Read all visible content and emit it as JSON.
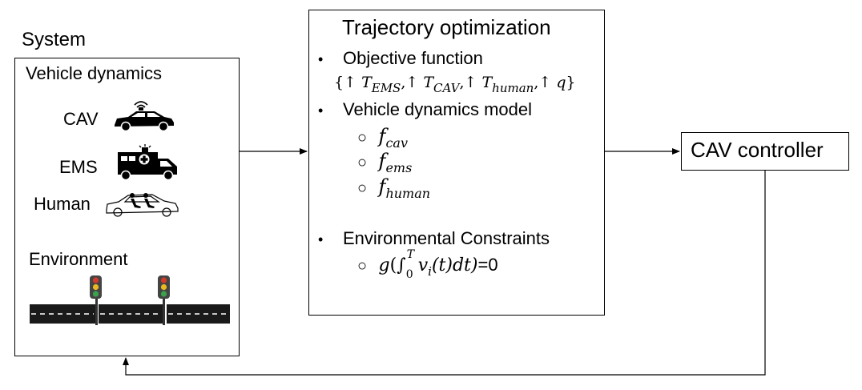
{
  "system": {
    "title": "System",
    "vehicle_dynamics_label": "Vehicle dynamics",
    "vehicles": [
      {
        "label": "CAV",
        "icon": "car-icon"
      },
      {
        "label": "EMS",
        "icon": "ambulance-icon"
      },
      {
        "label": "Human",
        "icon": "driven-car-icon"
      }
    ],
    "environment_label": "Environment",
    "environment_icon": "road-with-traffic-lights-icon"
  },
  "optimization": {
    "title": "Trajectory optimization",
    "bullet": "•",
    "sub_bullet": "○",
    "objective_label": "Objective function",
    "objective": {
      "open": "{",
      "arrow": "↑",
      "T": "T",
      "comma": ",",
      "close": "}",
      "terms": [
        "EMS",
        "CAV",
        "human"
      ],
      "q": "q"
    },
    "dynamics_label": "Vehicle dynamics model",
    "dynamics_f": "f",
    "dynamics_models": [
      "cav",
      "ems",
      "human"
    ],
    "constraints_label": "Environmental Constraints",
    "constraint": {
      "g": "g",
      "paren_open": "(",
      "integral": "∫",
      "lower": "0",
      "upper": "T",
      "v": "v",
      "v_sub": "i",
      "arg": "(t)",
      "dt": "dt)",
      "rhs": "=0"
    }
  },
  "controller": {
    "label": "CAV controller"
  },
  "colors": {
    "line": "#000000",
    "road": "#1a1a1a",
    "light_red": "#d23b2a",
    "light_yellow": "#e8b923",
    "light_green": "#3aa24b"
  }
}
